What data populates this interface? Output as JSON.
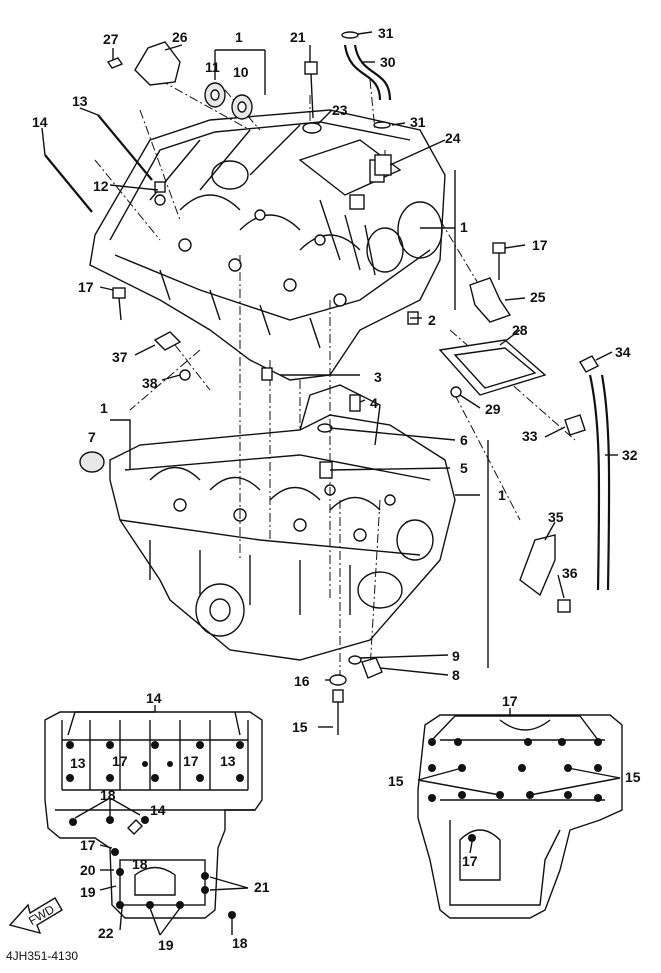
{
  "diagram": {
    "part_code": "4JH351-4130",
    "arrow_text": "FWD",
    "callouts": {
      "c1a": "1",
      "c1b": "1",
      "c1c": "1",
      "c2": "2",
      "c3": "3",
      "c4": "4",
      "c5": "5",
      "c6": "6",
      "c7": "7",
      "c8": "8",
      "c9": "9",
      "c10": "10",
      "c11": "11",
      "c12": "12",
      "c13": "13",
      "c14": "14",
      "c15": "15",
      "c16": "16",
      "c17a": "17",
      "c17b": "17",
      "c21": "21",
      "c23": "23",
      "c24": "24",
      "c25": "25",
      "c26": "26",
      "c27": "27",
      "c28": "28",
      "c29": "29",
      "c30": "30",
      "c31a": "31",
      "c31b": "31",
      "c32": "32",
      "c33": "33",
      "c34": "34",
      "c35": "35",
      "c36": "36",
      "c37": "37",
      "c38": "38"
    },
    "bottom_left": {
      "c14a": "14",
      "c14b": "14",
      "c13a": "13",
      "c13b": "13",
      "c17a": "17",
      "c17b": "17",
      "c17c": "17",
      "c18a": "18",
      "c18b": "18",
      "c18c": "18",
      "c19a": "19",
      "c19b": "19",
      "c20": "20",
      "c21": "21",
      "c22": "22"
    },
    "bottom_right": {
      "c17a": "17",
      "c17b": "17",
      "c15a": "15",
      "c15b": "15"
    }
  }
}
